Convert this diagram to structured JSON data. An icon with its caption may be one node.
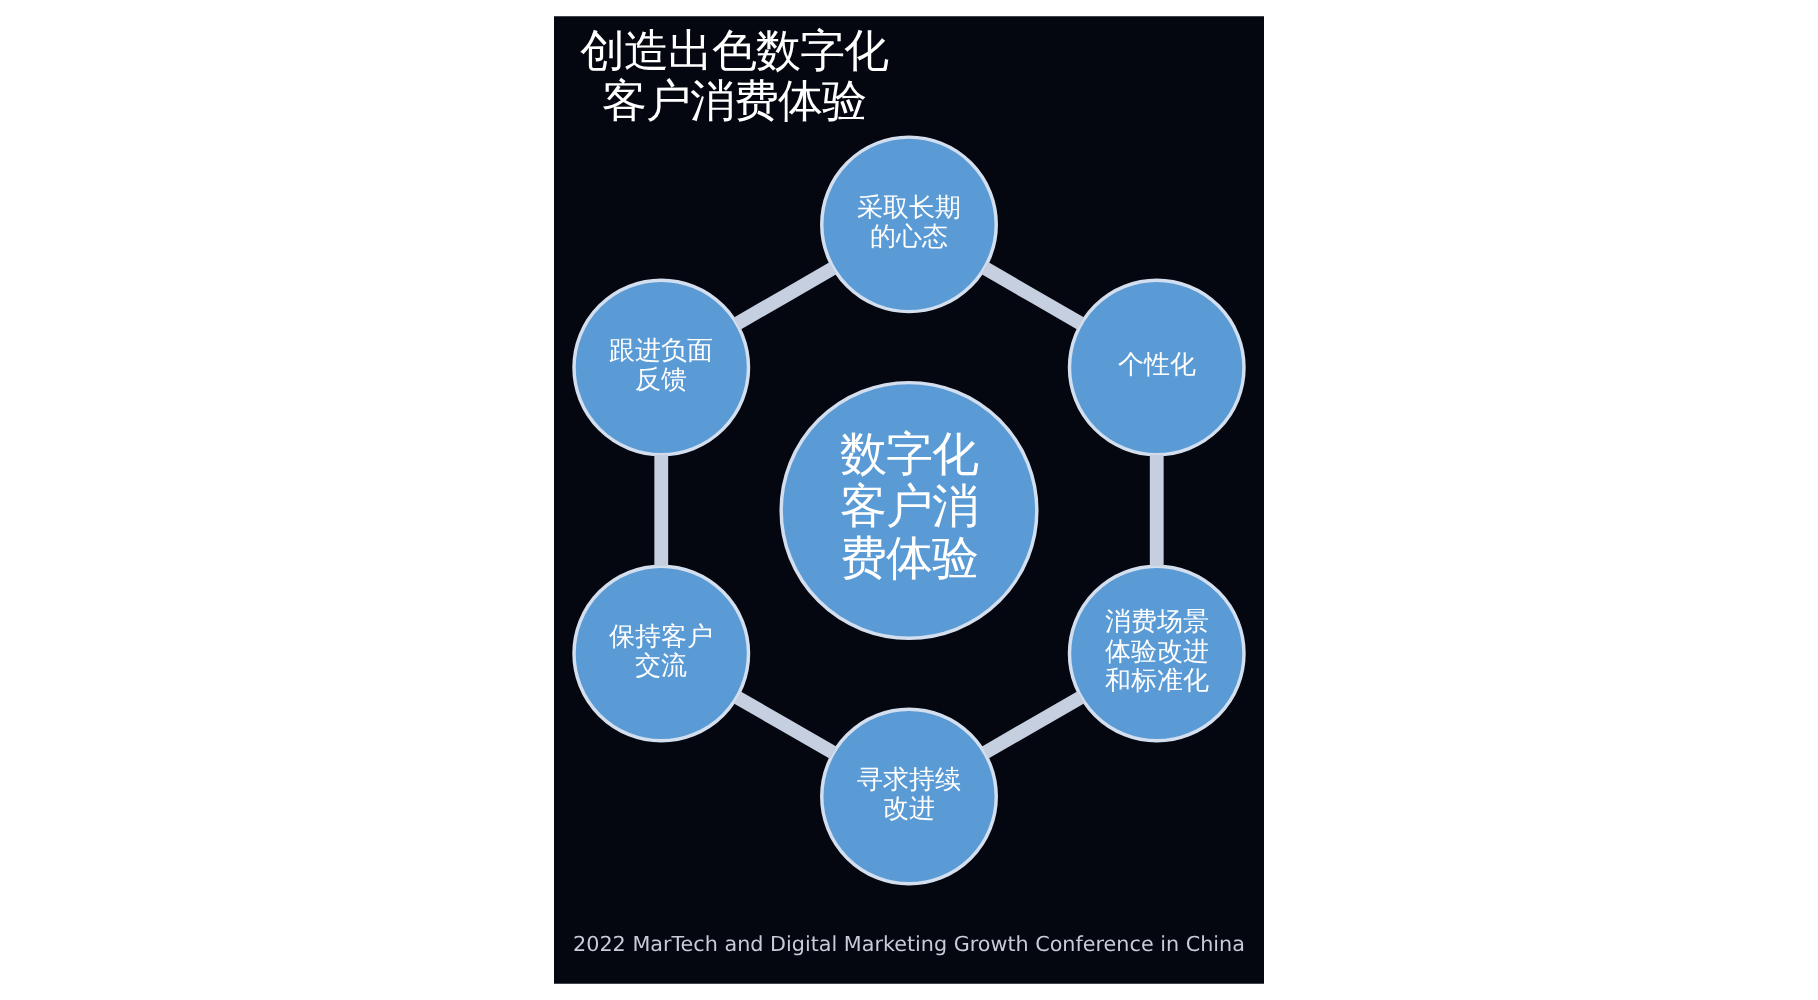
{
  "diagram": {
    "title": "创造出色数字化客户消费体验",
    "nodes": [
      {
        "text": [
          "数字化客户消费体验"
        ]
      },
      {
        "text": [
          "采取长期的心态"
        ]
      },
      {
        "text": [
          "个性化"
        ]
      },
      {
        "text": [
          "消费场景体验改进和标准化"
        ]
      },
      {
        "text": [
          "寻求持续改进"
        ]
      },
      {
        "text": [
          "保持客户交流"
        ]
      },
      {
        "text": [
          "跟进负面反馈"
        ]
      }
    ],
    "edges": [
      {
        "from": 1,
        "to": 2,
        "arrow": "none"
      },
      {
        "from": 2,
        "to": 3,
        "arrow": "none"
      },
      {
        "from": 3,
        "to": 4,
        "arrow": "none"
      },
      {
        "from": 4,
        "to": 5,
        "arrow": "none"
      },
      {
        "from": 5,
        "to": 6,
        "arrow": "none"
      },
      {
        "from": 6,
        "to": 1,
        "arrow": "none"
      }
    ],
    "labels": [
      "2022 MarTech and Digital Marketing Growth Conference in China"
    ]
  }
}
